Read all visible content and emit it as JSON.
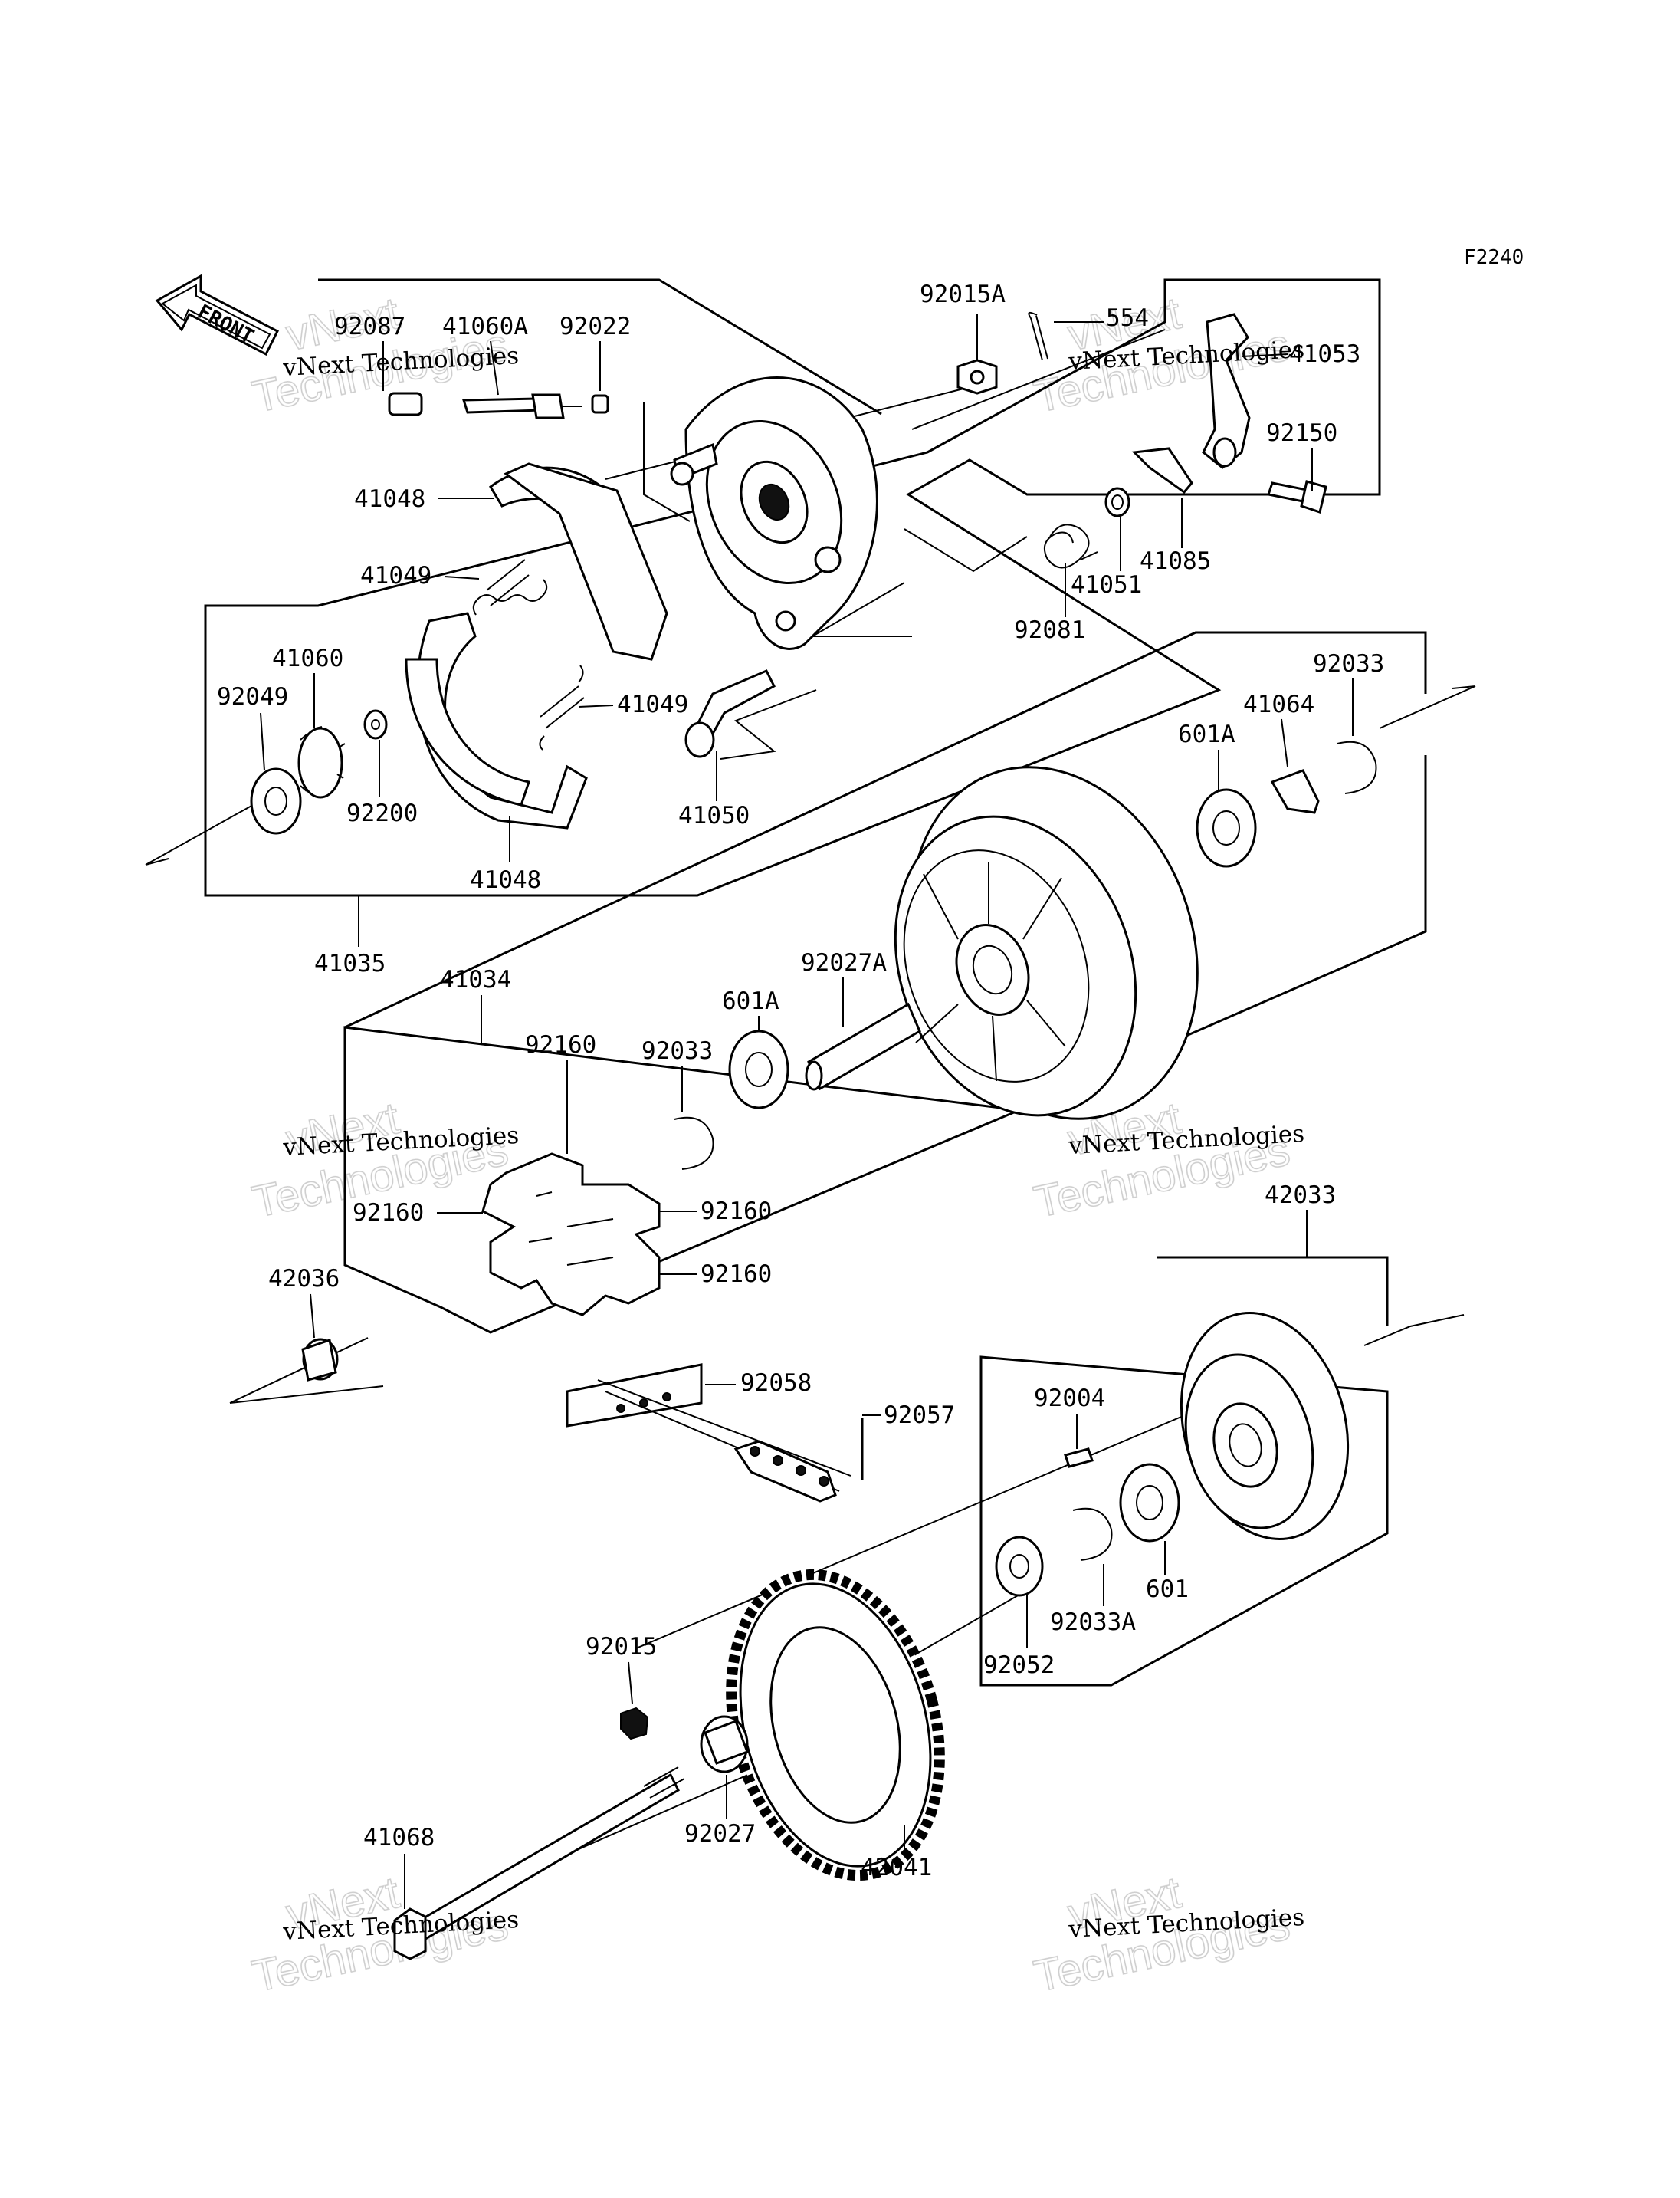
{
  "diagram": {
    "figure_code": "F2240",
    "front_label": "FRONT",
    "watermark": {
      "line1": "vNext Technologies",
      "line2a": "vNext",
      "line2b": "Technologies"
    },
    "callouts": [
      "92015A",
      "554",
      "41053",
      "92150",
      "41085",
      "41051",
      "92081",
      "92087",
      "41060A",
      "92022",
      "41048",
      "41049",
      "41060",
      "92049",
      "92200",
      "41049",
      "41050",
      "41048",
      "41035",
      "92033",
      "41064",
      "601A",
      "92027A",
      "601A",
      "92033",
      "41034",
      "92160",
      "92160",
      "92160",
      "92160",
      "42036",
      "42033",
      "92004",
      "601",
      "92033A",
      "92052",
      "92058",
      "92057",
      "92015",
      "92027",
      "42041",
      "41068"
    ]
  }
}
